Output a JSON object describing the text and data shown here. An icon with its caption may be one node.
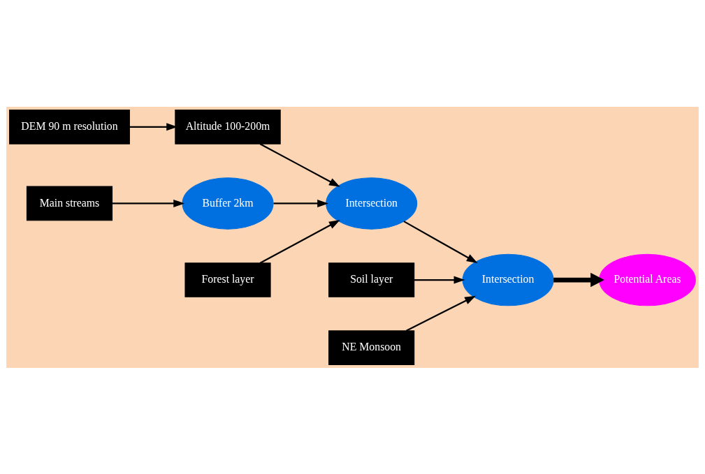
{
  "diagram": {
    "nodes": [
      {
        "text": [
          "DEM 90 m resolution"
        ]
      },
      {
        "text": [
          "Altitude 100-200m"
        ]
      },
      {
        "text": [
          "Soil layer"
        ]
      },
      {
        "text": [
          "Buffer 2km"
        ]
      },
      {
        "text": [
          "Intersection"
        ]
      },
      {
        "text": [
          "Intersection"
        ]
      },
      {
        "text": [
          "Potential Areas"
        ]
      },
      {
        "text": [
          "Main streams"
        ]
      },
      {
        "text": [
          "Forest layer"
        ]
      },
      {
        "text": [
          "NE Monsoon"
        ]
      }
    ],
    "edges": [
      {
        "from": 0,
        "to": 1,
        "arrow": "to"
      },
      {
        "from": 1,
        "to": 4,
        "arrow": "to"
      },
      {
        "from": 2,
        "to": 5,
        "arrow": "to"
      },
      {
        "from": 3,
        "to": 4,
        "arrow": "to"
      },
      {
        "from": 4,
        "to": 5,
        "arrow": "to"
      },
      {
        "from": 5,
        "to": 6,
        "arrow": "to",
        "style": "thick"
      },
      {
        "from": 7,
        "to": 3,
        "arrow": "to"
      },
      {
        "from": 8,
        "to": 4,
        "arrow": "to"
      },
      {
        "from": 9,
        "to": 5,
        "arrow": "to"
      }
    ]
  }
}
